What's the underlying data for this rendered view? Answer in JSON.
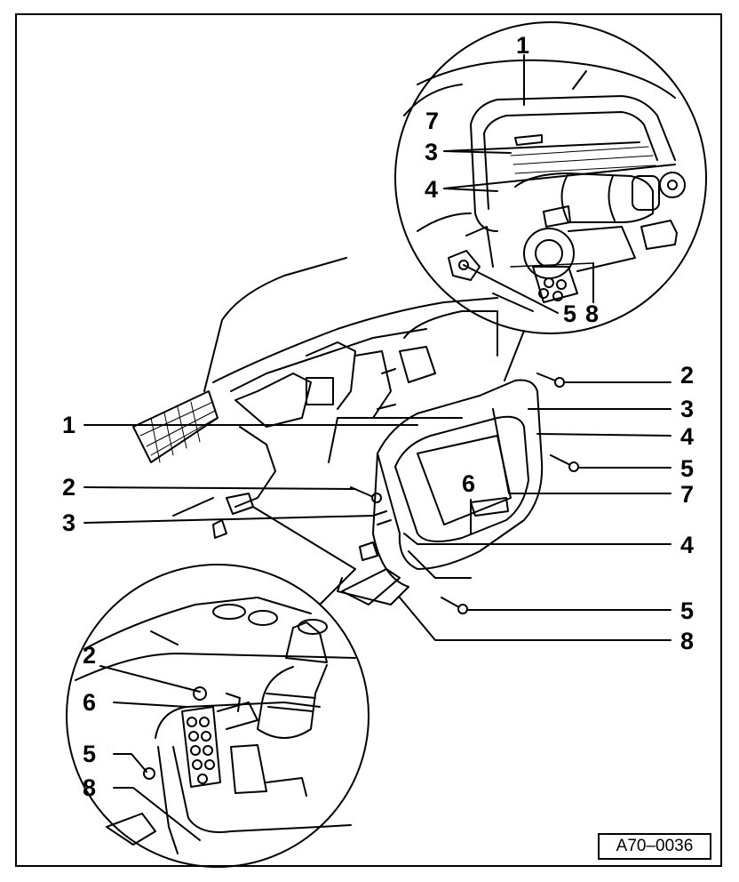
{
  "figure": {
    "reference_code": "A70–0036",
    "line_color": "#000000",
    "background_color": "#ffffff"
  },
  "callouts": {
    "top_detail": {
      "c1": "1",
      "c7": "7",
      "c3": "3",
      "c4": "4",
      "c5": "5",
      "c8": "8"
    },
    "main": {
      "c2_right": "2",
      "c3_right": "3",
      "c4_right_upper": "4",
      "c5_right_upper": "5",
      "c7_right": "7",
      "c4_right_lower": "4",
      "c5_right_lower": "5",
      "c8_right": "8",
      "c1_left": "1",
      "c2_left": "2",
      "c3_left": "3",
      "c6_center": "6"
    },
    "bottom_detail": {
      "c2": "2",
      "c6": "6",
      "c5": "5",
      "c8": "8"
    }
  }
}
